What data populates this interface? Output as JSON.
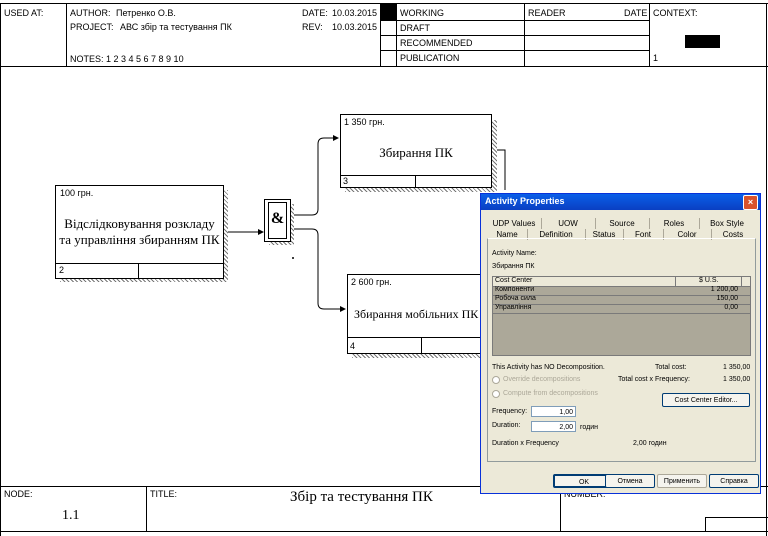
{
  "header": {
    "used_at": "USED AT:",
    "author_label": "AUTHOR:",
    "author_value": "Петренко О.В.",
    "project_label": "PROJECT:",
    "project_value": "АВС збір та тестування ПК",
    "date_label": "DATE:",
    "date_value": "10.03.2015",
    "rev_label": "REV:",
    "rev_value": "10.03.2015",
    "notes": "NOTES:  1  2  3  4  5  6  7  8  9  10",
    "status": [
      "WORKING",
      "DRAFT",
      "RECOMMENDED",
      "PUBLICATION"
    ],
    "reader": "READER",
    "date2": "DATE",
    "context": "CONTEXT:",
    "page_num": "1"
  },
  "diagram": {
    "box1": {
      "cost": "100 грн.",
      "label": "Відслідковування розкладу та управління збиранням ПК",
      "num": "2"
    },
    "box2": {
      "cost": "1 350 грн.",
      "label": "Збирання ПК",
      "num": "3"
    },
    "box3": {
      "cost": "2 600 грн.",
      "label": "Збирання мобільних ПК",
      "num": "4"
    },
    "junction": "&"
  },
  "footer": {
    "node_label": "NODE:",
    "node_value": "1.1",
    "title_label": "TITLE:",
    "title_value": "Збір та тестування ПК",
    "number_label": "NUMBER:"
  },
  "dialog": {
    "title": "Activity Properties",
    "close": "×",
    "tabs_row1": [
      "UDP Values",
      "UOW",
      "Source",
      "Roles",
      "Box Style"
    ],
    "tabs_row2": [
      "Name",
      "Definition",
      "Status",
      "Font",
      "Color",
      "Costs"
    ],
    "activity_name_label": "Activity Name:",
    "activity_name": "Збирання ПК",
    "table": {
      "headers": [
        "Cost Center",
        "$ U.S."
      ],
      "rows": [
        [
          "Компоненти",
          "1 200,00"
        ],
        [
          "Робоча сила",
          "150,00"
        ],
        [
          "Управління",
          "0,00"
        ]
      ]
    },
    "no_decomp": "This Activity has NO Decomposition.",
    "total_cost_label": "Total cost:",
    "total_cost": "1 350,00",
    "total_freq_label": "Total cost x Frequency:",
    "total_freq": "1 350,00",
    "override": "Override decompositions",
    "compute": "Compute from decompositions",
    "cost_center_editor": "Cost Center Editor...",
    "frequency_label": "Frequency:",
    "frequency": "1,00",
    "duration_label": "Duration:",
    "duration": "2,00",
    "duration_unit": "годин",
    "dxf_label": "Duration x Frequency",
    "dxf_value": "2,00 годин",
    "buttons": [
      "OK",
      "Отмена",
      "Применить",
      "Справка"
    ]
  }
}
